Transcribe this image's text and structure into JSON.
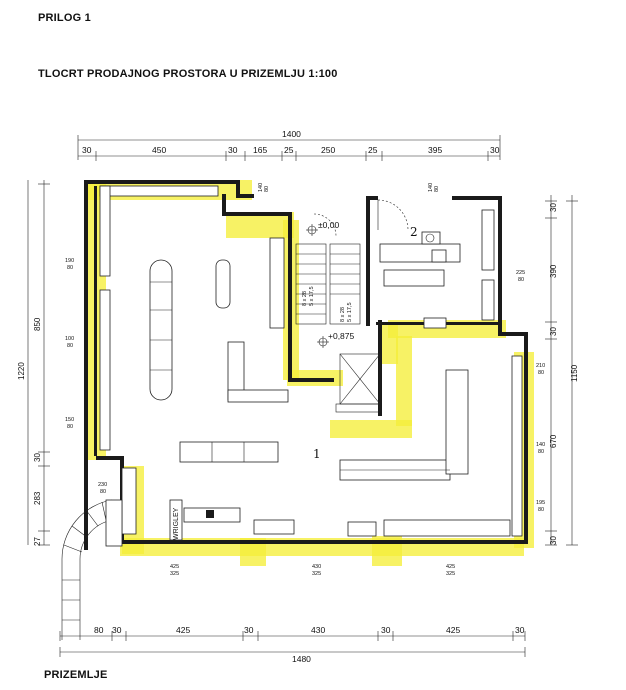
{
  "header": {
    "title": "PRILOG 1",
    "subtitle": "TLOCRT PRODAJNOG PROSTORA U PRIZEMLJU 1:100",
    "footer": "PRIZEMLJE"
  },
  "dims": {
    "top_total": "1400",
    "top_segments": [
      "30",
      "450",
      "30",
      "165",
      "25",
      "250",
      "25",
      "395",
      "30"
    ],
    "bottom_total": "1480",
    "bottom_segments": [
      "80",
      "30",
      "425",
      "30",
      "430",
      "30",
      "425",
      "30"
    ],
    "left_outer": "1220",
    "left_inner": [
      "850",
      "30",
      "283",
      "27"
    ],
    "right_outer": "1150",
    "right_inner": [
      "30",
      "390",
      "30",
      "670",
      "30"
    ]
  },
  "annotations": {
    "room1": "1",
    "room2": "2",
    "level_0": "±0,00",
    "level_875": "+0,875",
    "stair1": "8 x 28\n5 x 17,5",
    "stair2": "8 x 28\n5 x 17,5",
    "wrigley": "WRIGLEY",
    "left_w1": [
      "190",
      "80"
    ],
    "left_w2": [
      "100",
      "80"
    ],
    "left_w3": [
      "150",
      "80"
    ],
    "left_w4": [
      "230",
      "80"
    ],
    "right_w1": [
      "225",
      "80"
    ],
    "right_w2": [
      "210",
      "80"
    ],
    "right_w3": [
      "140",
      "80"
    ],
    "right_w4": [
      "195",
      "80"
    ],
    "bottom_w1": [
      "425",
      "325"
    ],
    "bottom_w2": [
      "430",
      "325"
    ],
    "bottom_w3": [
      "425",
      "325"
    ],
    "top_w1": [
      "140",
      "80"
    ],
    "top_w2": [
      "140",
      "80"
    ]
  }
}
